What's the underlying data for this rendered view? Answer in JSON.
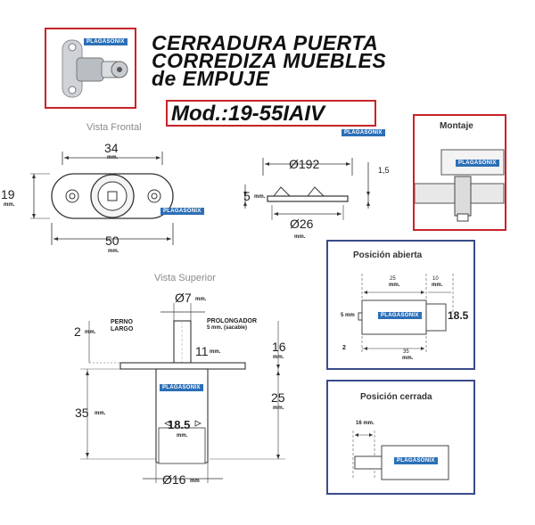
{
  "header": {
    "title_line1": "CERRADURA PUERTA",
    "title_line2": "CORREDIZA MUEBLES",
    "title_line3": "de EMPUJE",
    "model": "Mod.:19-55IAIV"
  },
  "brand_tag": "PLAGASONIX",
  "colors": {
    "frame_red": "#c8232a",
    "frame_blue": "#3a4a8a",
    "tag_blue": "#2c6fb6"
  },
  "front_view": {
    "label": "Vista Frontal",
    "dim_top": "34",
    "dim_top_unit": "mm.",
    "dim_left": "19",
    "dim_left_unit": "mm.",
    "dim_bottom": "50",
    "dim_bottom_unit": "mm."
  },
  "side_view": {
    "dim_top": "Ø192",
    "dim_right": "1,5",
    "dim_left": "5",
    "dim_left_unit": "mm.",
    "dim_bottom": "Ø26",
    "dim_bottom_unit": "mm."
  },
  "top_view": {
    "label": "Vista Superior",
    "dim_diam_top": "Ø7",
    "dim_diam_top_unit": "mm.",
    "perno_line1": "PERNO",
    "perno_line2": "LARGO",
    "prolong_line1": "PROLONGADOR",
    "prolong_line2": "5 mm. (sacable)",
    "dim_2": "2",
    "dim_2_unit": "mm.",
    "dim_11": "11",
    "dim_11_unit": "mm.",
    "dim_16": "16",
    "dim_16_unit": "mm.",
    "dim_25": "25",
    "dim_25_unit": "mm.",
    "dim_35": "35",
    "dim_35_unit": "mm.",
    "dim_185": "18.5",
    "dim_185_unit": "mm.",
    "dim_diam_bottom": "Ø16",
    "dim_diam_bottom_unit": "mm"
  },
  "montaje": {
    "title": "Montaje"
  },
  "pos_abierta": {
    "title": "Posición abierta",
    "dim_25": "25",
    "dim_25_unit": "mm.",
    "dim_10": "10",
    "dim_10_unit": "mm.",
    "dim_5": "5 mm",
    "dim_185": "18.5",
    "dim_2": "2",
    "dim_35": "35",
    "dim_35_unit": "mm."
  },
  "pos_cerrada": {
    "title": "Posición cerrada",
    "dim_16": "16 mm."
  }
}
